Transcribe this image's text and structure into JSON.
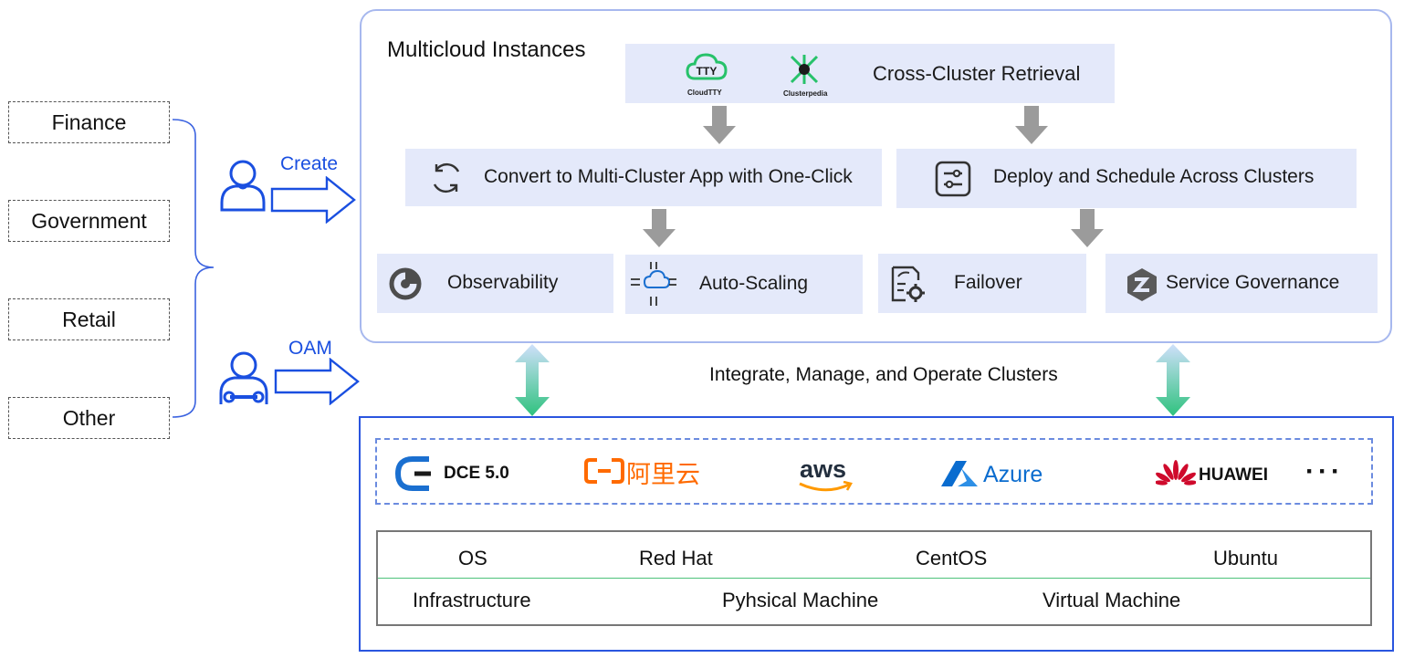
{
  "industries": [
    "Finance",
    "Government",
    "Retail",
    "Other"
  ],
  "roles": {
    "create_label": "Create",
    "oam_label": "OAM"
  },
  "multicloud": {
    "title": "Multicloud Instances",
    "retrieval": {
      "cloudtty_label": "CloudTTY",
      "clusterpedia_label": "Clusterpedia",
      "label": "Cross-Cluster Retrieval"
    },
    "convert_label": "Convert to Multi-Cluster App with One-Click",
    "deploy_label": "Deploy and Schedule Across Clusters",
    "features": [
      {
        "label": "Observability",
        "icon": "observability-icon"
      },
      {
        "label": "Auto-Scaling",
        "icon": "auto-scaling-icon"
      },
      {
        "label": "Failover",
        "icon": "failover-icon"
      },
      {
        "label": "Service Governance",
        "icon": "service-governance-icon"
      }
    ]
  },
  "integrate_label": "Integrate, Manage, and Operate Clusters",
  "vendors": {
    "dce": "DCE 5.0",
    "aliyun": "阿里云",
    "aws": "aws",
    "azure": "Azure",
    "huawei": "HUAWEI",
    "more": "···"
  },
  "os_row": {
    "header": "OS",
    "items": [
      "Red Hat",
      "CentOS",
      "Ubuntu"
    ]
  },
  "infra_row": {
    "header": "Infrastructure",
    "items": [
      "Pyhsical Machine",
      "Virtual Machine"
    ]
  },
  "colors": {
    "box_fill": "#e4e9fa",
    "accent_blue": "#1a4fe0",
    "panel_border": "#a7b8ee",
    "arrow_gray": "#9b9b9b",
    "connector_green": "#2ec27e",
    "aliyun_orange": "#ff6a00",
    "huawei_red": "#cf0a2c"
  }
}
